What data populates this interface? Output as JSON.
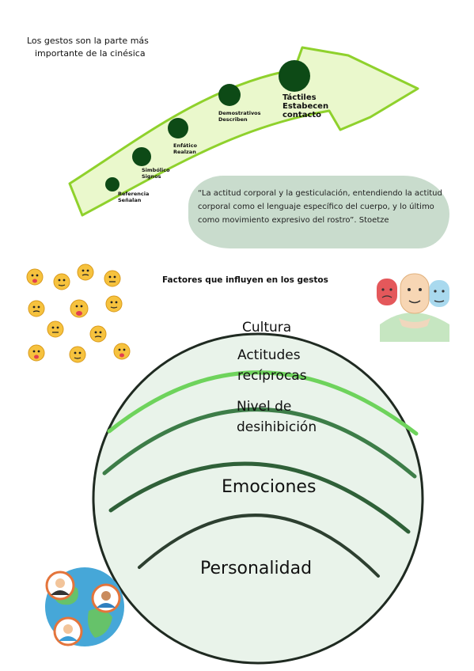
{
  "intro": {
    "line1": "Los gestos son la parte más",
    "line2": "importante de la cinésica"
  },
  "arrow": {
    "steps": [
      {
        "label": "Referencia\nSeñalan"
      },
      {
        "label": "Simbólico\nSignos"
      },
      {
        "label": "Enfático\nRealzan"
      },
      {
        "label": "Demostrativos\nDescriben"
      },
      {
        "label": "Táctiles\nEstabecen\ncontacto"
      }
    ],
    "fill_color": "#e8f7c9",
    "stroke_color": "#8fd12c",
    "dot_color": "#0d4a16"
  },
  "quote": {
    "text": "“La actitud corporal y la gesticulación, entendiendo la actitud corporal como el lenguaje específico del cuerpo, y lo último como movimiento expresivo del rostro”. Stoetze"
  },
  "factors": {
    "title": "Factores que influyen en los gestos",
    "layers": [
      {
        "label": "Cultura"
      },
      {
        "label": "Actitudes recíprocas"
      },
      {
        "label": "Nivel de desihibición"
      },
      {
        "label": "Emociones"
      },
      {
        "label": "Personalidad"
      }
    ]
  },
  "icons": {
    "emoji_cluster": "emoji-faces-icon",
    "masks": "theater-masks-icon",
    "globe": "globe-people-icon"
  }
}
